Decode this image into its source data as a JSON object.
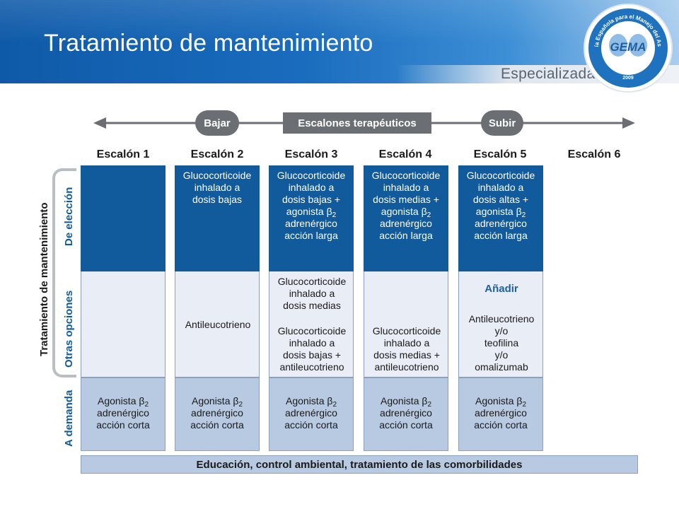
{
  "header": {
    "title": "Tratamiento de mantenimiento",
    "subtitle": "Especializada",
    "logo": {
      "arc_text": "Guía Española para el Manejo del Asma",
      "name": "GEMA",
      "year": "2009"
    }
  },
  "arrow": {
    "left_label": "Bajar",
    "center_label": "Escalones terapéuticos",
    "right_label": "Subir"
  },
  "steps": [
    "Escalón 1",
    "Escalón 2",
    "Escalón 3",
    "Escalón 4",
    "Escalón 5",
    "Escalón 6"
  ],
  "row_labels": {
    "main": "Tratamiento de mantenimiento",
    "eleccion": "De elección",
    "otras": "Otras opciones",
    "demanda": "A demanda"
  },
  "columns": [
    {
      "eleccion": [],
      "otras_1": [],
      "otras_2": [],
      "demanda": [
        "Agonista β2",
        "adrenérgico",
        "acción corta"
      ]
    },
    {
      "eleccion": [
        "Glucocorticoide",
        "inhalado a",
        "dosis bajas"
      ],
      "otras_1": [
        "Antileucotrieno"
      ],
      "otras_2": [],
      "demanda": [
        "Agonista β2",
        "adrenérgico",
        "acción corta"
      ]
    },
    {
      "eleccion": [
        "Glucocorticoide",
        "inhalado a",
        "dosis bajas +",
        "agonista β2",
        "adrenérgico",
        "acción larga"
      ],
      "otras_1": [
        "Glucocorticoide",
        "inhalado a",
        "dosis medias"
      ],
      "otras_2": [
        "Glucocorticoide",
        "inhalado a",
        "dosis bajas +",
        "antileucotrieno"
      ],
      "demanda": [
        "Agonista β2",
        "adrenérgico",
        "acción corta"
      ]
    },
    {
      "eleccion": [
        "Glucocorticoide",
        "inhalado a",
        "dosis medias +",
        "agonista β2",
        "adrenérgico",
        "acción larga"
      ],
      "otras_1": [],
      "otras_2": [
        "Glucocorticoide",
        "inhalado a",
        "dosis medias +",
        "antileucotrieno"
      ],
      "demanda": [
        "Agonista β2",
        "adrenérgico",
        "acción corta"
      ]
    },
    {
      "eleccion": [
        "Glucocorticoide",
        "inhalado a",
        "dosis altas +",
        "agonista β2",
        "adrenérgico",
        "acción larga"
      ],
      "otras_heading": "Añadir",
      "otras_1": [],
      "otras_2": [
        "Antileucotrieno",
        "y/o",
        "teofilina",
        "y/o",
        "omalizumab"
      ],
      "demanda": [
        "Agonista β2",
        "adrenérgico",
        "acción corta"
      ]
    }
  ],
  "bottom_bar": "Educación, control ambiental, tratamiento de las comorbilidades",
  "colors": {
    "header_blue": "#0f5aa8",
    "eleccion_fill": "#115a9c",
    "otras_fill": "#e9edf6",
    "demanda_fill": "#b8c9e2",
    "arrow_gray": "#6b6f74",
    "accent_text": "#115a9c"
  }
}
